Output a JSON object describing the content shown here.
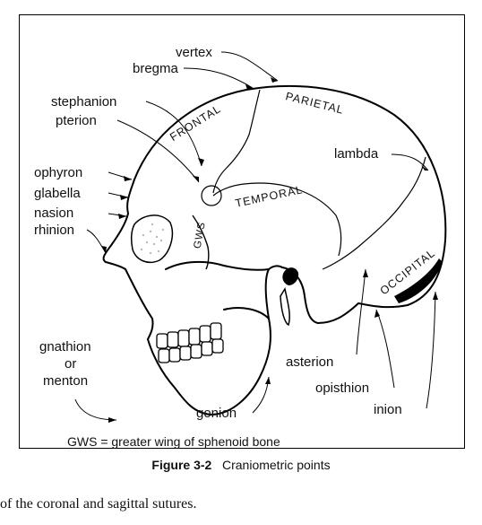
{
  "labels": {
    "vertex": "vertex",
    "bregma": "bregma",
    "stephanion": "stephanion",
    "pterion": "pterion",
    "ophyron": "ophyron",
    "glabella": "glabella",
    "nasion": "nasion",
    "rhinion": "rhinion",
    "gnathion_line1": "gnathion",
    "gnathion_line2": "or",
    "gnathion_line3": "menton",
    "lambda": "lambda",
    "asterion": "asterion",
    "opisthion": "opisthion",
    "inion": "inion",
    "gonion": "gonion"
  },
  "bones": {
    "frontal": "FRONTAL",
    "parietal": "PARIETAL",
    "temporal": "TEMPORAL",
    "occipital": "OCCIPITAL",
    "gws": "GWS"
  },
  "legend": "GWS = greater wing of sphenoid bone",
  "caption": {
    "figure_number": "Figure 3-2",
    "title": "Craniometric points"
  },
  "body_text": "of the coronal and sagittal sutures."
}
